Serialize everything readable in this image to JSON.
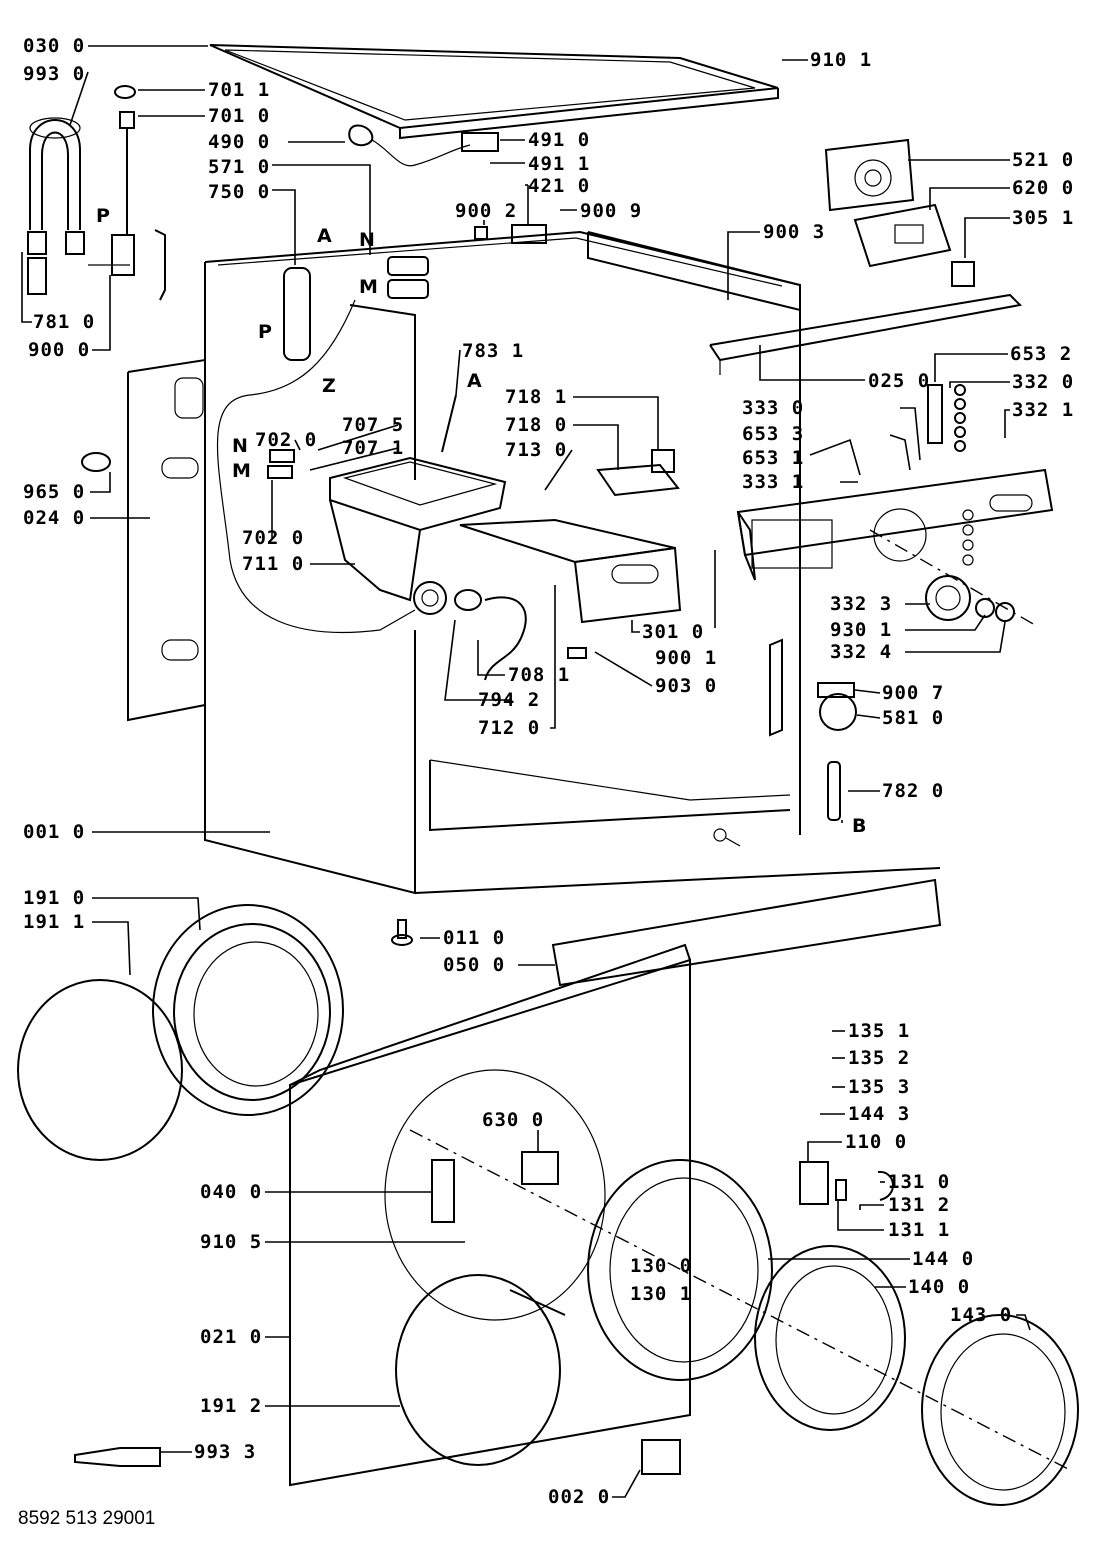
{
  "labels": [
    {
      "id": "l1",
      "text": "030 0"
    },
    {
      "id": "l2",
      "text": "993 0"
    },
    {
      "id": "l3",
      "text": "701 1"
    },
    {
      "id": "l4",
      "text": "701 0"
    },
    {
      "id": "l5",
      "text": "490 0"
    },
    {
      "id": "l6",
      "text": "571 0"
    },
    {
      "id": "l7",
      "text": "750 0"
    },
    {
      "id": "l8",
      "text": "910 1"
    },
    {
      "id": "l9",
      "text": "491 0"
    },
    {
      "id": "l10",
      "text": "491 1"
    },
    {
      "id": "l11",
      "text": "421 0"
    },
    {
      "id": "l12",
      "text": "900 2"
    },
    {
      "id": "l13",
      "text": "900 9"
    },
    {
      "id": "l14",
      "text": "521 0"
    },
    {
      "id": "l15",
      "text": "620 0"
    },
    {
      "id": "l16",
      "text": "305 1"
    },
    {
      "id": "l17",
      "text": "900 3"
    },
    {
      "id": "l18",
      "text": "781 0"
    },
    {
      "id": "l19",
      "text": "900 0"
    },
    {
      "id": "l20",
      "text": "783 1"
    },
    {
      "id": "l21",
      "text": "025 0"
    },
    {
      "id": "l22",
      "text": "653 2"
    },
    {
      "id": "l23",
      "text": "332 0"
    },
    {
      "id": "l24",
      "text": "332 1"
    },
    {
      "id": "l25",
      "text": "333 0"
    },
    {
      "id": "l26",
      "text": "653 3"
    },
    {
      "id": "l27",
      "text": "653 1"
    },
    {
      "id": "l28",
      "text": "333 1"
    },
    {
      "id": "l29",
      "text": "718 1"
    },
    {
      "id": "l30",
      "text": "718 0"
    },
    {
      "id": "l31",
      "text": "713 0"
    },
    {
      "id": "l32",
      "text": "702 0"
    },
    {
      "id": "l33",
      "text": "707 5"
    },
    {
      "id": "l34",
      "text": "707 1"
    },
    {
      "id": "l35",
      "text": "965 0"
    },
    {
      "id": "l36",
      "text": "024 0"
    },
    {
      "id": "l37",
      "text": "702 0"
    },
    {
      "id": "l38",
      "text": "711 0"
    },
    {
      "id": "l39",
      "text": "332 3"
    },
    {
      "id": "l40",
      "text": "930 1"
    },
    {
      "id": "l41",
      "text": "332 4"
    },
    {
      "id": "l42",
      "text": "301 0"
    },
    {
      "id": "l43",
      "text": "900 1"
    },
    {
      "id": "l44",
      "text": "903 0"
    },
    {
      "id": "l45",
      "text": "708 1"
    },
    {
      "id": "l46",
      "text": "794 2"
    },
    {
      "id": "l47",
      "text": "712 0"
    },
    {
      "id": "l48",
      "text": "900 7"
    },
    {
      "id": "l49",
      "text": "581 0"
    },
    {
      "id": "l50",
      "text": "782 0"
    },
    {
      "id": "l51",
      "text": "001 0"
    },
    {
      "id": "l52",
      "text": "191 0"
    },
    {
      "id": "l53",
      "text": "191 1"
    },
    {
      "id": "l54",
      "text": "011 0"
    },
    {
      "id": "l55",
      "text": "050 0"
    },
    {
      "id": "l56",
      "text": "135 1"
    },
    {
      "id": "l57",
      "text": "135 2"
    },
    {
      "id": "l58",
      "text": "135 3"
    },
    {
      "id": "l59",
      "text": "144 3"
    },
    {
      "id": "l60",
      "text": "110 0"
    },
    {
      "id": "l61",
      "text": "630 0"
    },
    {
      "id": "l62",
      "text": "131 0"
    },
    {
      "id": "l63",
      "text": "131 2"
    },
    {
      "id": "l64",
      "text": "131 1"
    },
    {
      "id": "l65",
      "text": "040 0"
    },
    {
      "id": "l66",
      "text": "910 5"
    },
    {
      "id": "l67",
      "text": "130 0"
    },
    {
      "id": "l68",
      "text": "144 0"
    },
    {
      "id": "l69",
      "text": "130 1"
    },
    {
      "id": "l70",
      "text": "140 0"
    },
    {
      "id": "l71",
      "text": "143 0"
    },
    {
      "id": "l72",
      "text": "021 0"
    },
    {
      "id": "l73",
      "text": "191 2"
    },
    {
      "id": "l74",
      "text": "993 3"
    },
    {
      "id": "l75",
      "text": "002 0"
    }
  ],
  "letters": [
    {
      "id": "t1",
      "text": "P"
    },
    {
      "id": "t2",
      "text": "A"
    },
    {
      "id": "t3",
      "text": "P"
    },
    {
      "id": "t4",
      "text": "N"
    },
    {
      "id": "t5",
      "text": "M"
    },
    {
      "id": "t6",
      "text": "Z"
    },
    {
      "id": "t7",
      "text": "A"
    },
    {
      "id": "t8",
      "text": "N"
    },
    {
      "id": "t9",
      "text": "M"
    },
    {
      "id": "t10",
      "text": "B"
    }
  ],
  "footer": {
    "code": "8592 513 29001"
  }
}
